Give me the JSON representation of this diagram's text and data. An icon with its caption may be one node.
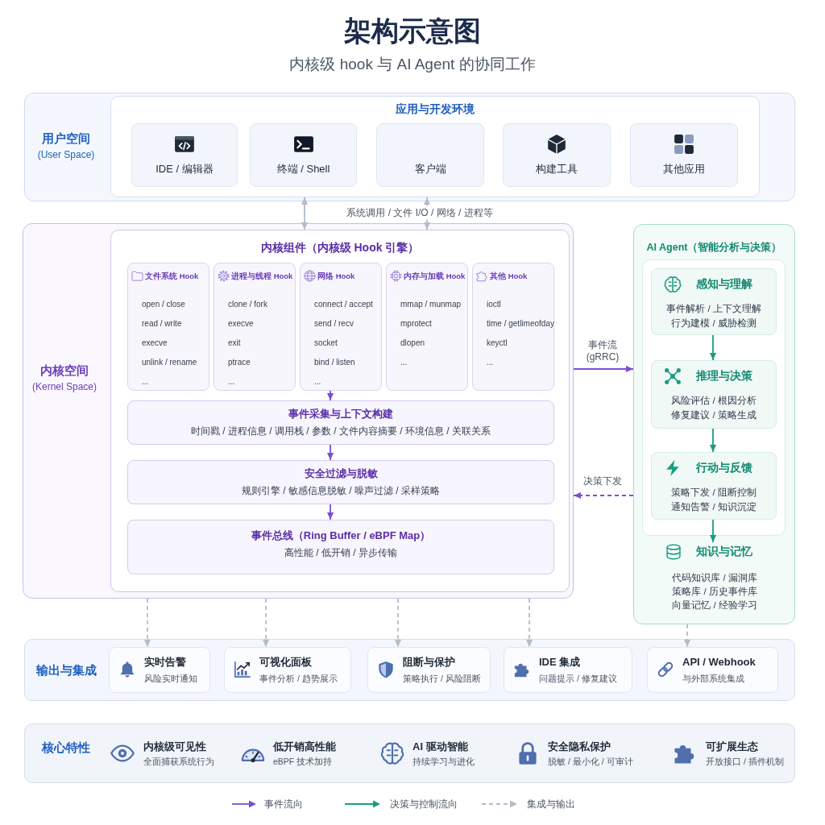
{
  "diagram": {
    "title": "架构示意图",
    "nodes": [
      {
        "text": [
          "用户空间",
          "(User Space)"
        ]
      },
      {
        "text": [
          "应用与开发环境"
        ],
        "in": 0
      },
      {
        "text": [
          "IDE / 编辑器"
        ],
        "in": 1
      },
      {
        "text": [
          "终端 / Shell"
        ],
        "in": 1
      },
      {
        "text": [
          "客户端"
        ],
        "in": 1
      },
      {
        "text": [
          "构建工具"
        ],
        "in": 1
      },
      {
        "text": [
          "其他应用"
        ],
        "in": 1
      },
      {
        "text": [
          "内核空间",
          "(Kernel Space)"
        ]
      },
      {
        "text": [
          "内核组件（内核级 Hook 引擎）"
        ],
        "in": 7
      },
      {
        "text": [
          "文件系统 Hook",
          "open / close",
          "read / write",
          "execve",
          "unlink / rename",
          "..."
        ],
        "in": 8
      },
      {
        "text": [
          "进程与线程 Hook",
          "clone / fork",
          "execve",
          "exit",
          "ptrace",
          "..."
        ],
        "in": 8
      },
      {
        "text": [
          "网络 Hook",
          "connect / accept",
          "send / recv",
          "socket",
          "bind / listen",
          "..."
        ],
        "in": 8
      },
      {
        "text": [
          "内存与加载 Hook",
          "mmap / munmap",
          "mprotect",
          "dlopen",
          "..."
        ],
        "in": 8
      },
      {
        "text": [
          "其他 Hook",
          "ioctl",
          "time / getlimeofday",
          "keyctl",
          "..."
        ],
        "in": 8
      },
      {
        "text": [
          "事件采集与上下文构建",
          "时间戳 / 进程信息 / 调用栈 / 参数 / 文件内容摘要 / 环境信息 / 关联关系"
        ],
        "in": 8
      },
      {
        "text": [
          "安全过滤与脱敏",
          "规则引擎 / 敏感信息脱敏 / 噪声过滤 / 采样策略"
        ],
        "in": 8
      },
      {
        "text": [
          "事件总线（Ring Buffer / eBPF Map）",
          "高性能 / 低开销 / 异步传输"
        ],
        "in": 8
      },
      {
        "text": [
          "AI Agent（智能分析与决策）"
        ]
      },
      {
        "text": [
          "感知与理解",
          "事件解析 / 上下文理解",
          "行为建模 / 威胁检测"
        ],
        "in": 17
      },
      {
        "text": [
          "推理与决策",
          "风险评估 / 根因分析",
          "修复建议 / 策略生成"
        ],
        "in": 17
      },
      {
        "text": [
          "行动与反馈",
          "策略下发 / 阻断控制",
          "通知告警 / 知识沉淀"
        ],
        "in": 17
      },
      {
        "text": [
          "知识与记忆",
          "代码知识库 / 漏洞库",
          "策略库 / 历史事件库",
          "向量记忆 / 经验学习"
        ],
        "in": 17
      },
      {
        "text": [
          "输出与集成"
        ]
      },
      {
        "text": [
          "实时告警",
          "风险实时通知"
        ],
        "in": 22
      },
      {
        "text": [
          "可视化面板",
          "事件分析 / 趋势展示"
        ],
        "in": 22
      },
      {
        "text": [
          "阻断与保护",
          "策略执行 / 风险阻断"
        ],
        "in": 22
      },
      {
        "text": [
          "IDE 集成",
          "问题提示 / 修复建议"
        ],
        "in": 22
      },
      {
        "text": [
          "API / Webhook",
          "与外部系统集成"
        ],
        "in": 22
      },
      {
        "text": [
          "核心特性"
        ]
      }
    ],
    "edges": [
      {
        "from": 1,
        "to": 8,
        "arrow": "both"
      },
      {
        "from": 1,
        "to": 8,
        "arrow": "both",
        "label": "系统调用 / 文件 I/O / 网络 / 进程等"
      },
      {
        "from": 11,
        "to": 14,
        "arrow": "to",
        "color": "#7b4fd0"
      },
      {
        "from": 14,
        "to": 15,
        "arrow": "to",
        "color": "#7b4fd0"
      },
      {
        "from": 15,
        "to": 16,
        "arrow": "to",
        "color": "#7b4fd0"
      },
      {
        "from": 7,
        "to": 17,
        "arrow": "to",
        "label": "事件流 (gRRC)",
        "color": "#7b4fd0"
      },
      {
        "from": 17,
        "to": 7,
        "arrow": "to",
        "label": "决策下发",
        "style": "dashed",
        "color": "#7b4fd0"
      },
      {
        "from": 18,
        "to": 19,
        "arrow": "to",
        "color": "#1a9c80"
      },
      {
        "from": 19,
        "to": 20,
        "arrow": "to",
        "color": "#1a9c80"
      },
      {
        "from": 20,
        "to": 21,
        "arrow": "to",
        "color": "#1a9c80"
      },
      {
        "from": 7,
        "to": 23,
        "arrow": "to",
        "style": "dashed"
      },
      {
        "from": 7,
        "to": 24,
        "arrow": "to",
        "style": "dashed"
      },
      {
        "from": 7,
        "to": 25,
        "arrow": "to",
        "style": "dashed"
      },
      {
        "from": 7,
        "to": 26,
        "arrow": "to",
        "style": "dashed"
      },
      {
        "from": 17,
        "to": 27,
        "arrow": "to",
        "style": "dashed"
      }
    ],
    "labels": [
      "内核级 hook 与 AI Agent 的协同工作",
      "内核级可见性",
      "全面捕获系统行为",
      "低开销高性能",
      "eBPF 技术加持",
      "AI 驱动智能",
      "持续学习与进化",
      "安全隐私保护",
      "脱敏 / 最小化 / 可审计",
      "可扩展生态",
      "开放接口 / 插件机制"
    ],
    "legend": [
      {
        "text": "事件流向"
      },
      {
        "text": "决策与控制流向"
      },
      {
        "text": "集成与输出"
      }
    ]
  }
}
